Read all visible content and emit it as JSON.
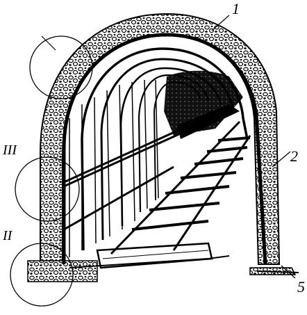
{
  "figure": {
    "labels": {
      "arch_support": "1",
      "side_wall": "2",
      "floor_corner": "5"
    },
    "circle_markers": {
      "upper": "",
      "middle": "III",
      "lower": "II"
    },
    "colors": {
      "ink": "#000000",
      "paper": "#ffffff"
    }
  }
}
